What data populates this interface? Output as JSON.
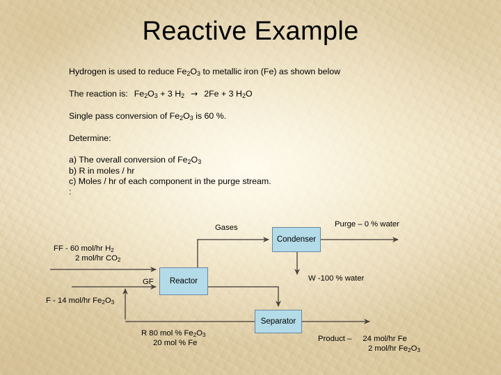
{
  "slide": {
    "title": "Reactive Example",
    "background_color": "#eddfbe"
  },
  "body": {
    "line_intro_a": "Hydrogen is used to reduce Fe",
    "line_intro_b": "2",
    "line_intro_c": "O",
    "line_intro_d": "3",
    "line_intro_e": " to metallic iron (Fe) as shown below",
    "reaction_prefix": "The reaction is:",
    "reaction_left": "Fe",
    "reaction_left_sub1": "2",
    "reaction_left_o": "O",
    "reaction_left_sub2": "3",
    "reaction_plus": " + 3 H",
    "reaction_h_sub": "2",
    "reaction_arrow": "→",
    "reaction_right": "2Fe + 3 H",
    "reaction_right_sub": "2",
    "reaction_right_o": "O",
    "conversion_a": "Single pass conversion of Fe",
    "conversion_sub1": "2",
    "conversion_o": "O",
    "conversion_sub2": "3",
    "conversion_b": " is 60 %.",
    "determine_heading": "Determine:",
    "item_a_text": "a) The overall conversion of Fe",
    "item_a_sub1": "2",
    "item_a_o": "O",
    "item_a_sub2": "3",
    "item_b": "b) R in moles / hr",
    "item_c": "c) Moles / hr of each component in the purge stream.",
    "item_colon": ":"
  },
  "diagram": {
    "units": [
      {
        "name": "reactor",
        "label": "Reactor"
      },
      {
        "name": "condenser",
        "label": "Condenser"
      },
      {
        "name": "separator",
        "label": "Separator"
      }
    ],
    "unit_fill": "#b3dbe8",
    "unit_border": "#6b86a0",
    "line_color": "#58514a",
    "labels": {
      "gases": "Gases",
      "purge": "Purge – 0 % water",
      "water": "W -100 % water",
      "gf": "GF",
      "feed_ff_line1_a": "FF  -   60 mol/hr H",
      "feed_ff_line1_sub": "2",
      "feed_ff_line2_a": "2 mol/hr  CO",
      "feed_ff_line2_sub": "2",
      "feed_f_a": "F - 14 mol/hr Fe",
      "feed_f_sub1": "2",
      "feed_f_o": "O",
      "feed_f_sub2": "3",
      "recycle_line1_a": "R  80 mol % Fe",
      "recycle_line1_sub1": "2",
      "recycle_line1_o": "O",
      "recycle_line1_sub2": "3",
      "recycle_line2": "20  mol % Fe",
      "product_prefix": "Product –",
      "product_line1": "24 mol/hr Fe",
      "product_line2_a": "2 mol/hr Fe",
      "product_line2_sub1": "2",
      "product_line2_o": "O",
      "product_line2_sub2": "3"
    }
  }
}
